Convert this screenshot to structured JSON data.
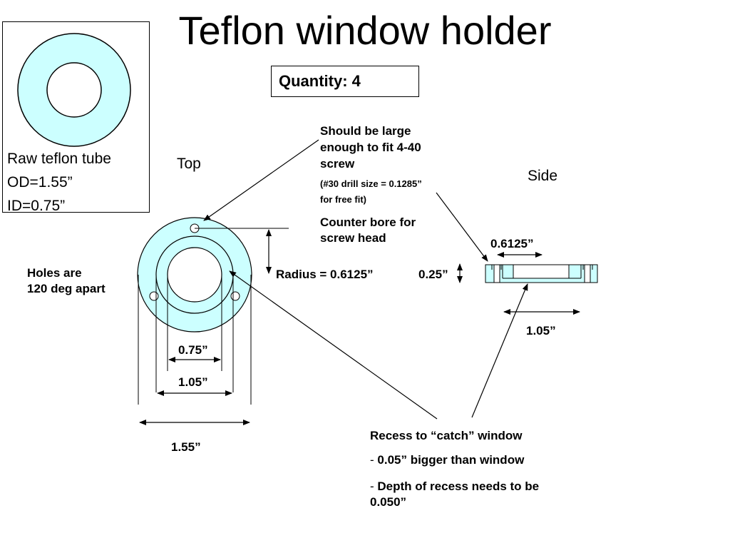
{
  "title": "Teflon window holder",
  "quantity": "Quantity: 4",
  "raw": {
    "line1": "Raw teflon tube",
    "line2": "OD=1.55”",
    "line3": "ID=0.75”"
  },
  "views": {
    "top": "Top",
    "side": "Side"
  },
  "screw_note": {
    "line1": "Should be large",
    "line2": "enough to fit 4-40",
    "line3": "screw",
    "drill1": "(#30 drill size = 0.1285”",
    "drill2": "for free fit)",
    "bore1": "Counter bore for",
    "bore2": "screw head"
  },
  "holes_note": {
    "line1": "Holes are",
    "line2": "120 deg apart"
  },
  "dims": {
    "id": "0.75”",
    "recess": "1.05”",
    "od": "1.55”",
    "radius": "Radius = 0.6125”",
    "thickness": "0.25”",
    "side_hole": "0.6125”",
    "side_recess": "1.05”"
  },
  "recess_note": {
    "line1": "Recess to “catch” window",
    "dash1": "- ",
    "line2": "0.05” bigger than window",
    "dash2": "- ",
    "line3a": "Depth of recess needs to be",
    "line3b": "0.050”"
  },
  "colors": {
    "teflon": "#CCFFFF",
    "line": "#000000"
  }
}
